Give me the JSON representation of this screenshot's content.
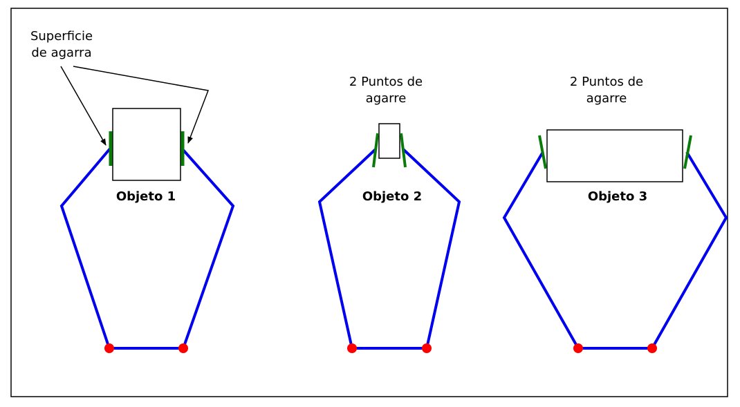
{
  "colors": {
    "arm": "#0000ee",
    "pad": "#0a7a0a",
    "joint": "#ff0000",
    "outline": "#000000",
    "background": "#ffffff"
  },
  "labels": {
    "surface_line1": "Superficie",
    "surface_line2": "de agarra",
    "points2_line1": "2 Puntos de",
    "points2_line2": "agarre",
    "points3_line1": "2 Puntos de",
    "points3_line2": "agarre",
    "object1": "Objeto 1",
    "object2": "Objeto 2",
    "object3": "Objeto 3"
  }
}
